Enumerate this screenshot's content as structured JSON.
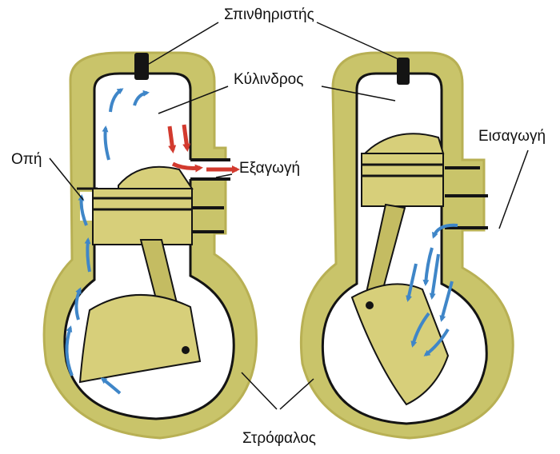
{
  "labels": {
    "spark_plug": "Σπινθηριστής",
    "cylinder": "Κύλινδρος",
    "port": "Οπή",
    "exhaust": "Εξαγωγή",
    "intake": "Εισαγωγή",
    "crankshaft": "Στρόφαλος"
  },
  "colors": {
    "casing": "#c9c46a",
    "casing_edge": "#b8b054",
    "outline": "#141414",
    "piston": "#d7cf7a",
    "piston_dark": "#b9b15a",
    "flow_blue": "#3f86c8",
    "flow_red": "#d23a2e"
  }
}
